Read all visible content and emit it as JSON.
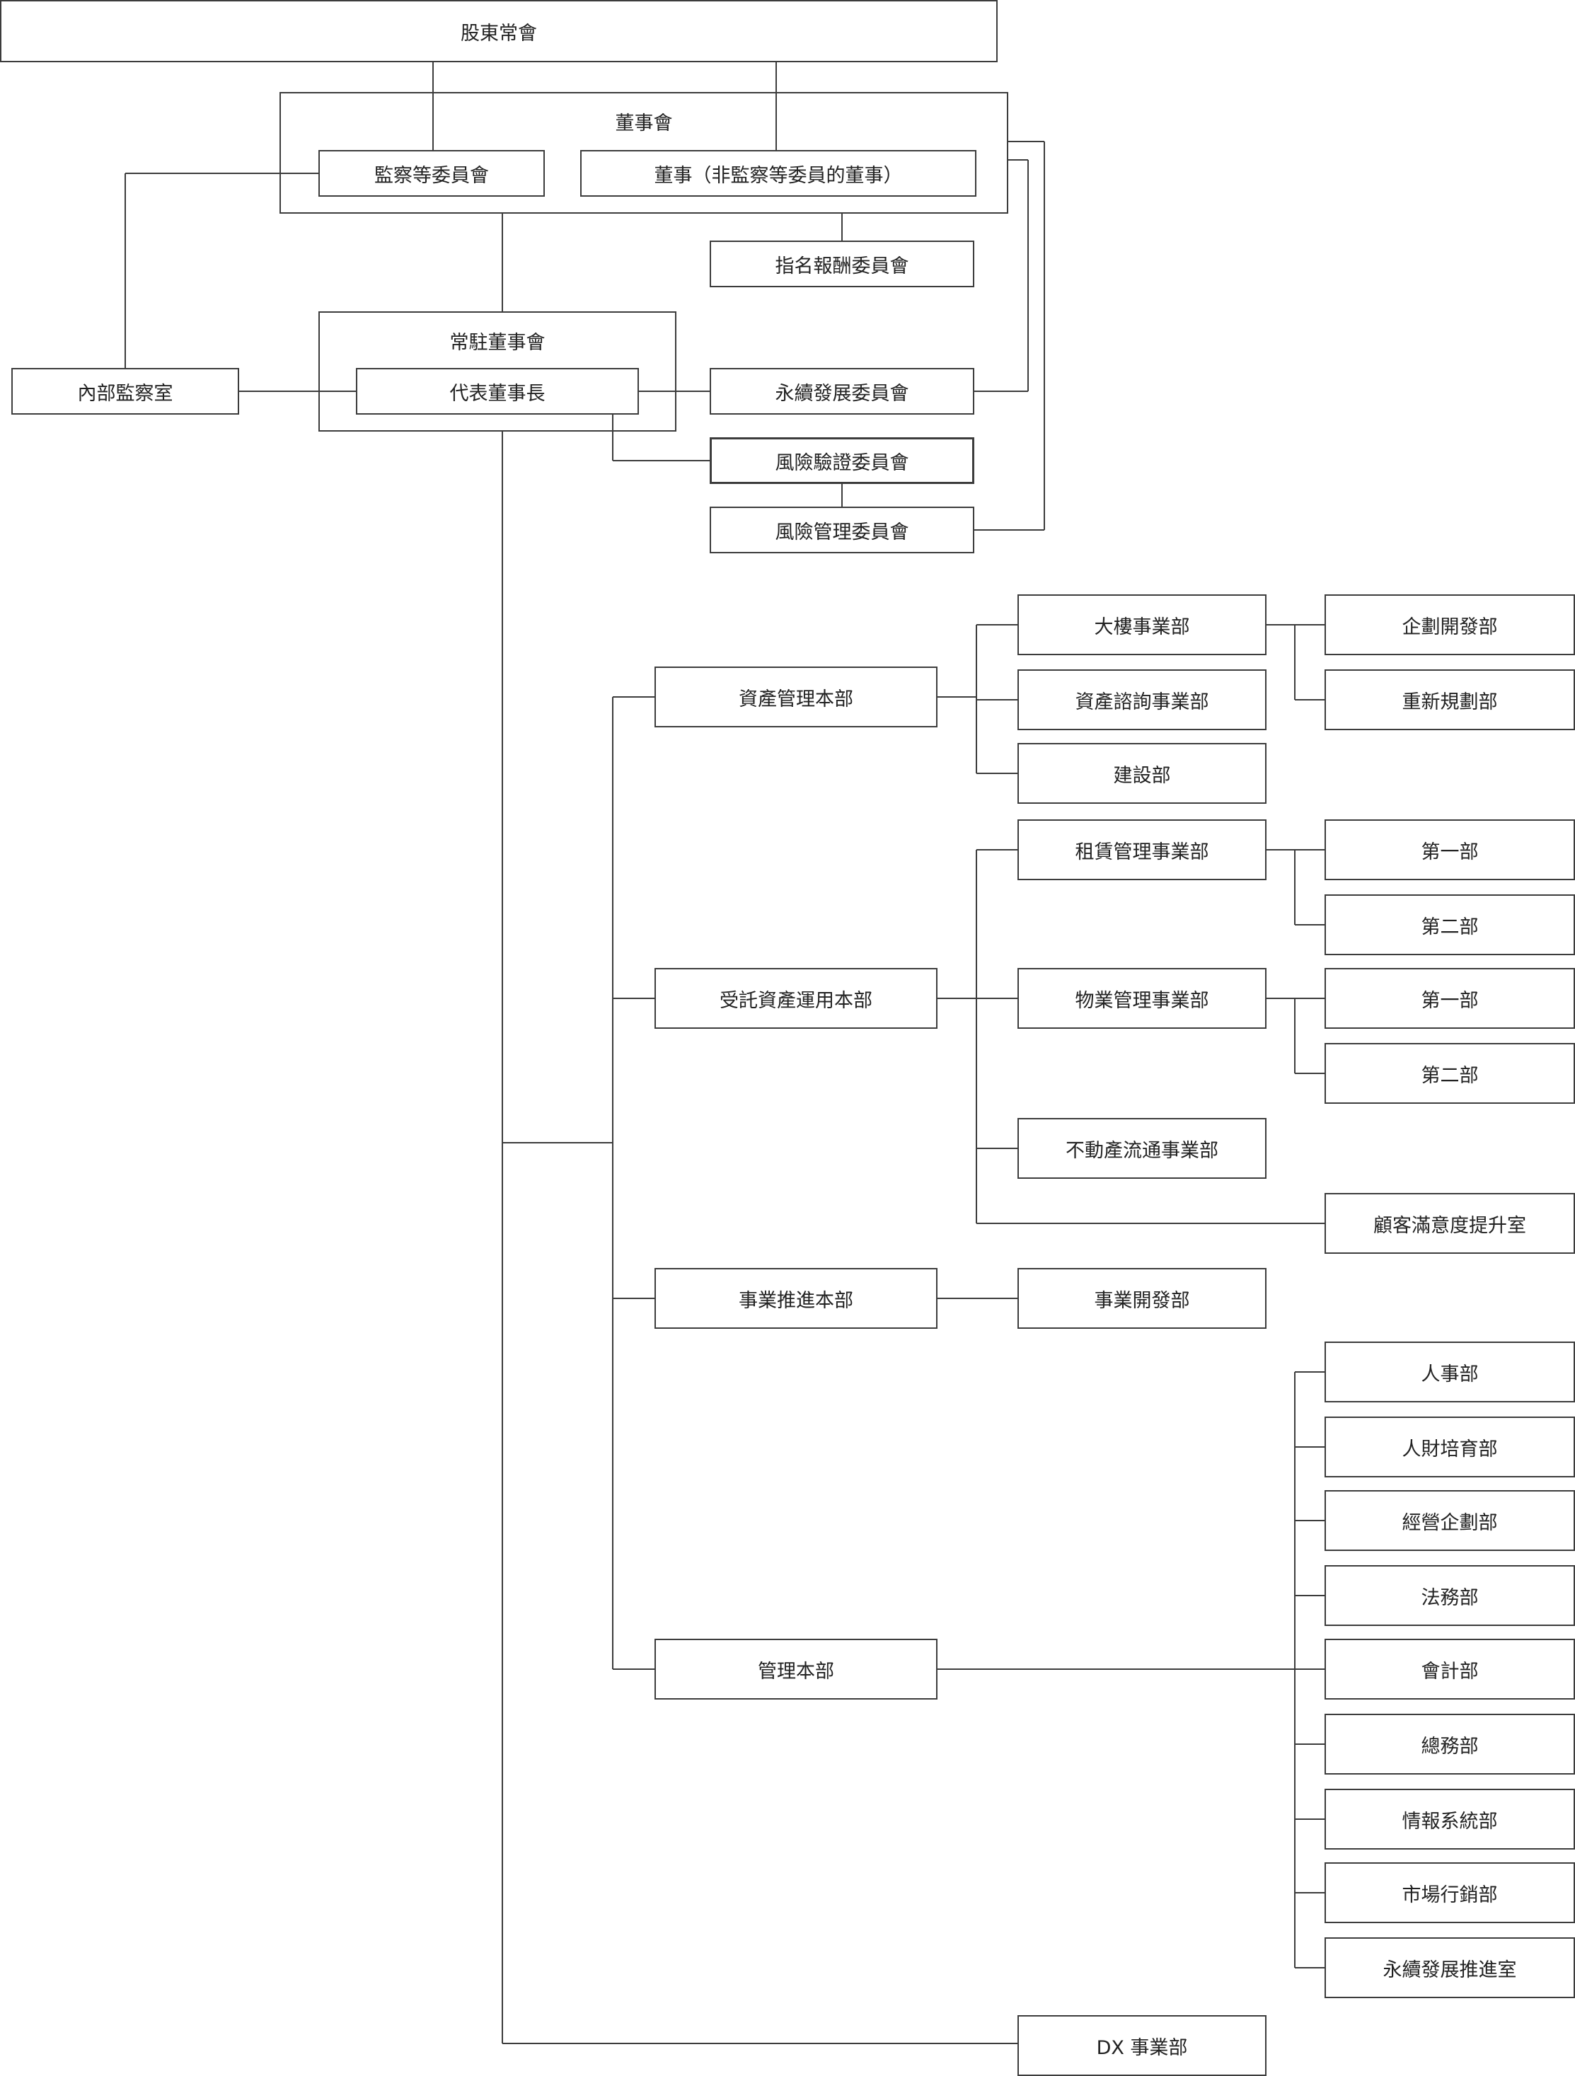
{
  "colors": {
    "line": "#3c3c3c",
    "text": "#222222",
    "background": "#ffffff"
  },
  "groups": {
    "board": {
      "label": "董事會"
    },
    "standing_board": {
      "label": "常駐董事會"
    }
  },
  "nodes": {
    "shareholders": "股東常會",
    "audit_committee": "監察等委員會",
    "directors": "董事（非監察等委員的董事）",
    "nomination": "指名報酬委員會",
    "internal_audit": "內部監察室",
    "ceo": "代表董事長",
    "sustainability": "永續發展委員會",
    "risk_verification": "風險驗證委員會",
    "risk_management": "風險管理委員會",
    "asset_mgmt_hq": "資產管理本部",
    "building_biz": "大樓事業部",
    "planning_dev": "企劃開發部",
    "redevelopment": "重新規劃部",
    "asset_consulting": "資產諮詢事業部",
    "construction": "建設部",
    "trust_hq": "受託資產運用本部",
    "leasing": "租賃管理事業部",
    "leasing_1": "第一部",
    "leasing_2": "第二部",
    "property": "物業管理事業部",
    "property_1": "第一部",
    "property_2": "第二部",
    "distribution": "不動產流通事業部",
    "cs_office": "顧客滿意度提升室",
    "biz_promo_hq": "事業推進本部",
    "biz_dev": "事業開發部",
    "admin_hq": "管理本部",
    "hr": "人事部",
    "talent": "人財培育部",
    "corp_planning": "經營企劃部",
    "legal": "法務部",
    "accounting": "會計部",
    "general_affairs": "總務部",
    "it": "情報系統部",
    "marketing": "市場行銷部",
    "sustain_promo": "永續發展推進室",
    "dx": "DX 事業部"
  }
}
